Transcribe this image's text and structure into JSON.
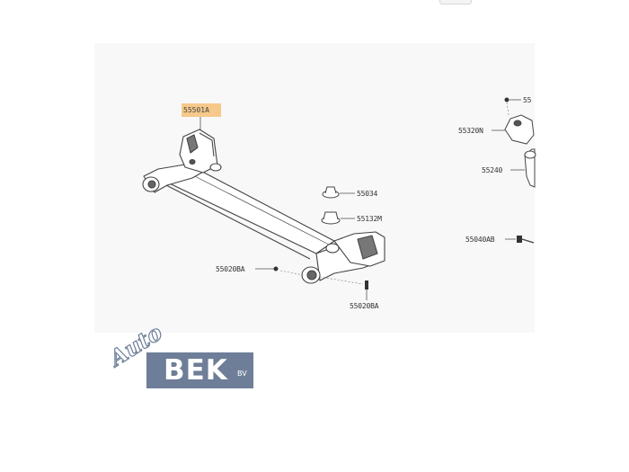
{
  "diagram": {
    "highlight_color": "#f6c98a",
    "line_color": "#555555",
    "labels": {
      "beam": "55501A",
      "bump_stop_top": "55034",
      "bump_stop_lower": "55132M",
      "bolt_left": "55020BA",
      "bolt_bottom": "55020BA",
      "right_top_cut": "55",
      "right_insulator": "55320N",
      "right_spring": "55240",
      "right_bolt": "55040AB"
    }
  },
  "logo": {
    "script": "Auto",
    "main": "BEK",
    "suffix": "BV",
    "background": "#6e7e98"
  }
}
